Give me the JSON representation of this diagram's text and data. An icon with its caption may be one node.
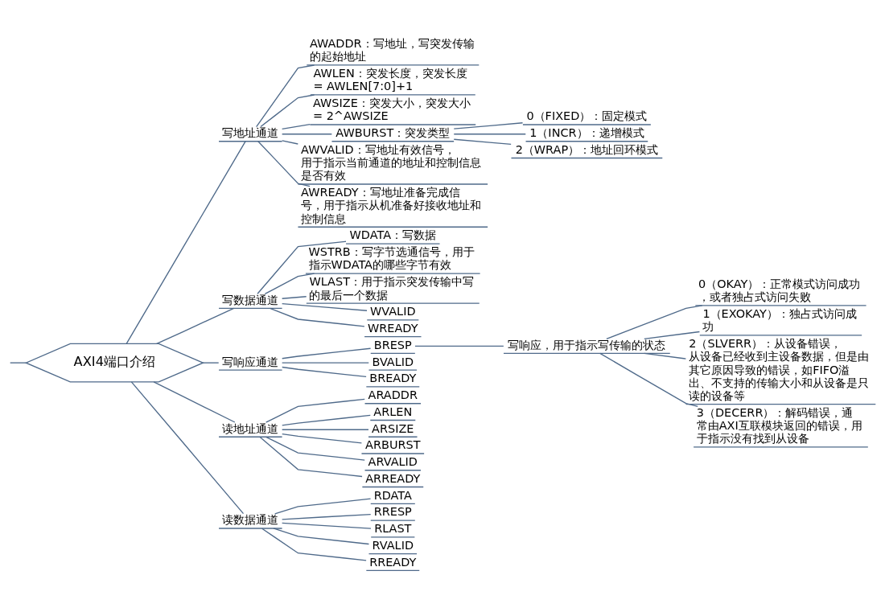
{
  "diagram": {
    "nodes": [
      {
        "text": [
          "AXI4端口介绍"
        ]
      },
      {
        "text": [
          "写地址通道"
        ]
      },
      {
        "text": [
          "AWADDR：写地址，写突发传输的起始地址"
        ]
      },
      {
        "text": [
          "AWLEN：突发长度，突发长度 = AWLEN[7:0]+1"
        ]
      },
      {
        "text": [
          "AWSIZE：突发大小，突发大小 = 2^AWSIZE"
        ]
      },
      {
        "text": [
          "AWBURST：突发类型"
        ]
      },
      {
        "text": [
          "0（FIXED）：固定模式"
        ]
      },
      {
        "text": [
          "1（INCR）：递增模式"
        ]
      },
      {
        "text": [
          "2（WRAP）：地址回环模式"
        ]
      },
      {
        "text": [
          "AWVALID：写地址有效信号，用于指示当前通道的地址和控制信息是否有效"
        ]
      },
      {
        "text": [
          "AWREADY：写地址准备完成信号，用于指示从机准备好接收地址和控制信息"
        ]
      },
      {
        "text": [
          "写数据通道"
        ]
      },
      {
        "text": [
          "WDATA：写数据"
        ]
      },
      {
        "text": [
          "WSTRB：写字节选通信号，用于指示WDATA的哪些字节有效"
        ]
      },
      {
        "text": [
          "WLAST：用于指示突发传输中写的最后一个数据"
        ]
      },
      {
        "text": [
          "WVALID"
        ]
      },
      {
        "text": [
          "WREADY"
        ]
      },
      {
        "text": [
          "写响应通道"
        ]
      },
      {
        "text": [
          "BRESP"
        ]
      },
      {
        "text": [
          "写响应，用于指示写传输的状态"
        ]
      },
      {
        "text": [
          "0（OKAY）：正常模式访问成功，或者独占式访问失败"
        ]
      },
      {
        "text": [
          "1（EXOKAY）：独占式访问成功"
        ]
      },
      {
        "text": [
          "2（SLVERR）：从设备错误，从设备已经收到主设备数据，但是由其它原因导致的错误，如FIFO溢出、不支持的传输大小和从设备是只读的设备等"
        ]
      },
      {
        "text": [
          "3（DECERR）：解码错误，通常由AXI互联模块返回的错误，用于指示没有找到从设备"
        ]
      },
      {
        "text": [
          "BVALID"
        ]
      },
      {
        "text": [
          "BREADY"
        ]
      },
      {
        "text": [
          "读地址通道"
        ]
      },
      {
        "text": [
          "ARADDR"
        ]
      },
      {
        "text": [
          "ARLEN"
        ]
      },
      {
        "text": [
          "ARSIZE"
        ]
      },
      {
        "text": [
          "ARBURST"
        ]
      },
      {
        "text": [
          "ARVALID"
        ]
      },
      {
        "text": [
          "ARREADY"
        ]
      },
      {
        "text": [
          "读数据通道"
        ]
      },
      {
        "text": [
          "RDATA"
        ]
      },
      {
        "text": [
          "RRESP"
        ]
      },
      {
        "text": [
          "RLAST"
        ]
      },
      {
        "text": [
          "RVALID"
        ]
      },
      {
        "text": [
          "RREADY"
        ]
      }
    ],
    "edges": [
      {
        "from": null,
        "to": 0,
        "arrow": "none"
      },
      {
        "from": 0,
        "to": 1,
        "arrow": "none"
      },
      {
        "from": 1,
        "to": 2,
        "arrow": "none"
      },
      {
        "from": 1,
        "to": 3,
        "arrow": "none"
      },
      {
        "from": 1,
        "to": 4,
        "arrow": "none"
      },
      {
        "from": 1,
        "to": 5,
        "arrow": "none"
      },
      {
        "from": 5,
        "to": 6,
        "arrow": "none"
      },
      {
        "from": 5,
        "to": 7,
        "arrow": "none"
      },
      {
        "from": 5,
        "to": 8,
        "arrow": "none"
      },
      {
        "from": 1,
        "to": 9,
        "arrow": "none"
      },
      {
        "from": 1,
        "to": 10,
        "arrow": "none"
      },
      {
        "from": 0,
        "to": 11,
        "arrow": "none"
      },
      {
        "from": 11,
        "to": 12,
        "arrow": "none"
      },
      {
        "from": 11,
        "to": 13,
        "arrow": "none"
      },
      {
        "from": 11,
        "to": 14,
        "arrow": "none"
      },
      {
        "from": 11,
        "to": 15,
        "arrow": "none"
      },
      {
        "from": 11,
        "to": 16,
        "arrow": "none"
      },
      {
        "from": 0,
        "to": 17,
        "arrow": "none"
      },
      {
        "from": 17,
        "to": 18,
        "arrow": "none"
      },
      {
        "from": 18,
        "to": 19,
        "arrow": "none"
      },
      {
        "from": 19,
        "to": 20,
        "arrow": "none"
      },
      {
        "from": 19,
        "to": 21,
        "arrow": "none"
      },
      {
        "from": 19,
        "to": 22,
        "arrow": "none"
      },
      {
        "from": 19,
        "to": 23,
        "arrow": "none"
      },
      {
        "from": 17,
        "to": 24,
        "arrow": "none"
      },
      {
        "from": 17,
        "to": 25,
        "arrow": "none"
      },
      {
        "from": 0,
        "to": 26,
        "arrow": "none"
      },
      {
        "from": 26,
        "to": 27,
        "arrow": "none"
      },
      {
        "from": 26,
        "to": 28,
        "arrow": "none"
      },
      {
        "from": 26,
        "to": 29,
        "arrow": "none"
      },
      {
        "from": 26,
        "to": 30,
        "arrow": "none"
      },
      {
        "from": 26,
        "to": 31,
        "arrow": "none"
      },
      {
        "from": 26,
        "to": 32,
        "arrow": "none"
      },
      {
        "from": 0,
        "to": 33,
        "arrow": "none"
      },
      {
        "from": 33,
        "to": 34,
        "arrow": "none"
      },
      {
        "from": 33,
        "to": 35,
        "arrow": "none"
      },
      {
        "from": 33,
        "to": 36,
        "arrow": "none"
      },
      {
        "from": 33,
        "to": 37,
        "arrow": "none"
      },
      {
        "from": 33,
        "to": 38,
        "arrow": "none"
      }
    ]
  }
}
